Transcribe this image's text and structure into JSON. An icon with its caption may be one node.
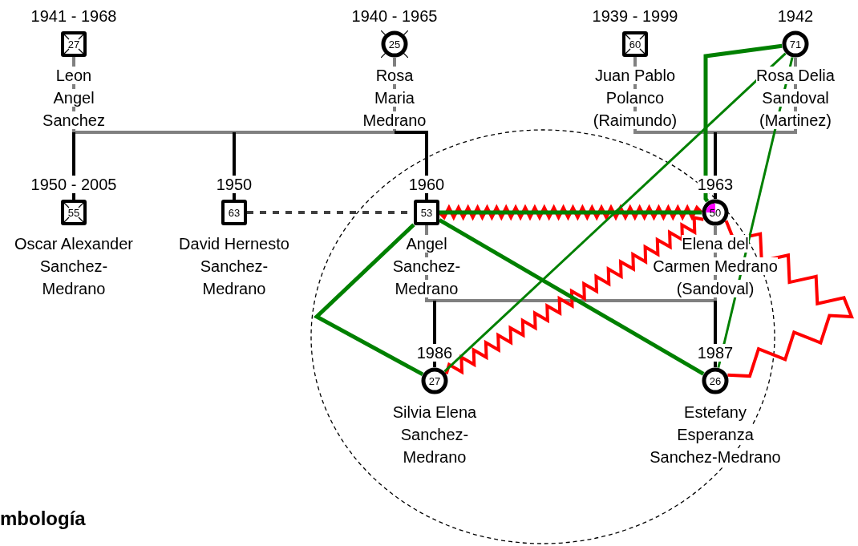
{
  "diagram": {
    "nodes": [
      {
        "text": [
          "27"
        ],
        "beside": [
          "1941 - 1968",
          "Leon Angel Sanchez"
        ]
      },
      {
        "text": [
          "25"
        ],
        "beside": [
          "1940 - 1965",
          "Rosa Maria Medrano"
        ]
      },
      {
        "text": [
          "60"
        ],
        "beside": [
          "1939 - 1999",
          "Juan Pablo Polanco (Raimundo)"
        ]
      },
      {
        "text": [
          "71"
        ],
        "beside": [
          "1942",
          "Rosa Delia Sandoval (Martinez)"
        ]
      },
      {
        "text": [
          "55"
        ],
        "beside": [
          "1950 - 2005",
          "Oscar Alexander Sanchez-Medrano"
        ]
      },
      {
        "text": [
          "63"
        ],
        "beside": [
          "1950",
          "David Hernesto Sanchez-Medrano"
        ]
      },
      {
        "text": [
          "53"
        ],
        "beside": [
          "1960",
          "Angel Sanchez-Medrano"
        ]
      },
      {
        "text": [
          "50"
        ],
        "beside": [
          "1963",
          "Elena del Carmen Medrano (Sandoval)"
        ]
      },
      {
        "text": [
          "27"
        ],
        "beside": [
          "1986",
          "Silvia Elena Sanchez-Medrano"
        ]
      },
      {
        "text": [
          "26"
        ],
        "beside": [
          "1987",
          "Estefany Esperanza Sanchez-Medrano"
        ]
      }
    ],
    "edges": [
      {
        "from": 0,
        "to": 1,
        "arrow": "none",
        "color": "#808080"
      },
      {
        "from": 0,
        "to": 4,
        "arrow": "none"
      },
      {
        "from": 1,
        "to": 4,
        "arrow": "none"
      },
      {
        "from": 0,
        "to": 5,
        "arrow": "none"
      },
      {
        "from": 1,
        "to": 5,
        "arrow": "none"
      },
      {
        "from": 0,
        "to": 6,
        "arrow": "none"
      },
      {
        "from": 1,
        "to": 6,
        "arrow": "none"
      },
      {
        "from": 2,
        "to": 3,
        "arrow": "none",
        "color": "#808080"
      },
      {
        "from": 2,
        "to": 7,
        "arrow": "none"
      },
      {
        "from": 3,
        "to": 7,
        "arrow": "none"
      },
      {
        "from": 6,
        "to": 7,
        "arrow": "none",
        "color": "#808080"
      },
      {
        "from": 6,
        "to": 8,
        "arrow": "none"
      },
      {
        "from": 7,
        "to": 8,
        "arrow": "none"
      },
      {
        "from": 6,
        "to": 9,
        "arrow": "none"
      },
      {
        "from": 7,
        "to": 9,
        "arrow": "none"
      },
      {
        "from": 5,
        "to": 6,
        "arrow": "none",
        "style": "dashed",
        "color": "#404040"
      },
      {
        "from": 6,
        "to": 7,
        "arrow": "none",
        "color": "#008000"
      },
      {
        "from": 6,
        "to": 8,
        "arrow": "none",
        "color": "#008000"
      },
      {
        "from": 6,
        "to": 9,
        "arrow": "none",
        "color": "#008000"
      },
      {
        "from": 7,
        "to": 3,
        "arrow": "none",
        "color": "#008000"
      },
      {
        "from": 3,
        "to": 8,
        "arrow": "none",
        "color": "#008000"
      },
      {
        "from": 3,
        "to": 9,
        "arrow": "none",
        "color": "#008000"
      },
      {
        "from": 6,
        "to": 7,
        "arrow": "none",
        "color": "#ff0000"
      },
      {
        "from": 7,
        "to": 8,
        "arrow": "none",
        "color": "#ff0000"
      },
      {
        "from": 7,
        "to": 9,
        "arrow": "none",
        "color": "#ff0000"
      }
    ],
    "labels": [
      "mbología"
    ]
  }
}
